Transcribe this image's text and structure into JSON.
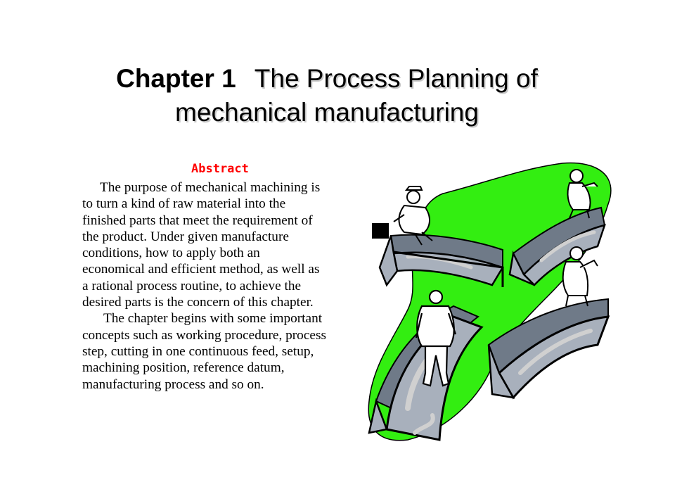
{
  "slide": {
    "title": {
      "lead": "Chapter 1",
      "line1_rest": "The Process Planning of",
      "line2": "mechanical manufacturing"
    },
    "abstract": {
      "heading": "Abstract",
      "paragraph1_lines": [
        "The purpose of mechanical machining is",
        "to turn a kind of raw material into the",
        "finished parts that meet the requirement of",
        "the product. Under given manufacture",
        "conditions, how to apply   both an",
        "economical and efficient method, as well as",
        "a rational process routine, to achieve the",
        "desired parts is the concern of this chapter."
      ],
      "paragraph2_lines": [
        "The chapter begins with some important",
        "concepts such as working procedure, process",
        "step, cutting in one continuous feed, setup,",
        "machining position, reference datum,",
        "manufacturing process and so on."
      ]
    },
    "clipart": {
      "icon": "people-on-bridges-illustration",
      "colors": {
        "background_blob": "#33ee11",
        "bridge_fill": "#a8b0bc",
        "bridge_side": "#6f7a88",
        "stripe": "#d0d0d0",
        "outline": "#000000"
      }
    }
  }
}
